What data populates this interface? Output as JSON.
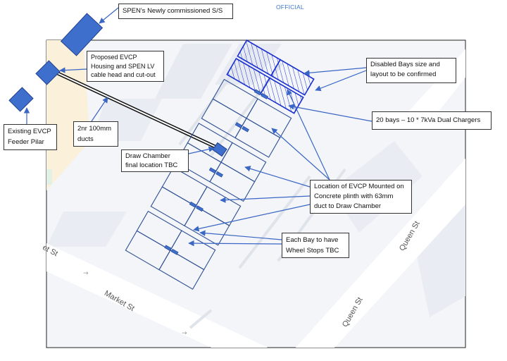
{
  "header": {
    "marking": "OFFICIAL"
  },
  "callouts": {
    "substation": "SPEN's Newly commissioned S/S",
    "evcp_housing": "Proposed EVCP\nHousing and SPEN LV\ncable head and cut-out",
    "feeder_pillar": "Existing EVCP\nFeeder Pilar",
    "ducts": "2nr 100mm\nducts",
    "draw_chamber": "Draw Chamber\nfinal location TBC",
    "disabled_bays": "Disabled Bays size and\nlayout to be confirmed",
    "bays_chargers": "20 bays – 10 * 7kVa Dual Chargers",
    "evcp_location": "Location of EVCP Mounted on\nConcrete plinth with 63mm\nduct to Draw Chamber",
    "wheel_stops": "Each Bay to have\nWheel Stops TBC"
  },
  "streets": {
    "market_left": "et St",
    "market_main": "Market St",
    "queen_upper": "Queen St",
    "queen_lower": "Queen St"
  },
  "colors": {
    "equipment": "#3f6fcd",
    "equipment_edge": "#1f3f8f",
    "bay_outline": "#2f4f94",
    "disabled_outline": "#1a2fd0",
    "arrow": "#3a66c4",
    "map_bg": "#f3f5f9"
  }
}
